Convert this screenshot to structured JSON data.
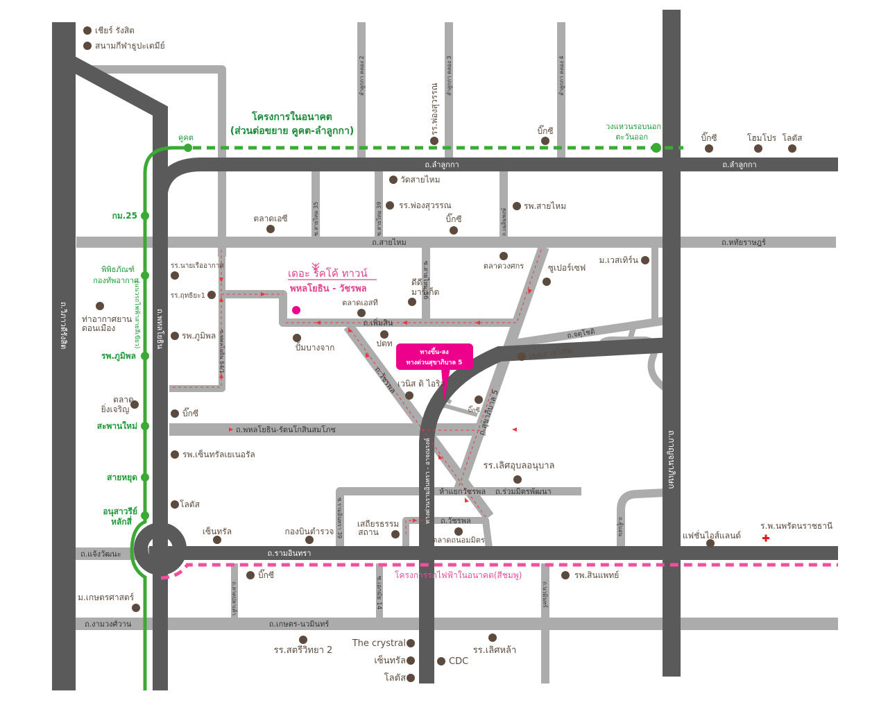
{
  "colors": {
    "major_road": "#5a5a5a",
    "minor_road": "#acacac",
    "green_line": "#3aaa35",
    "pink_line": "#ee4f9e",
    "poi": "#5c4a3e",
    "brand": "#e0448f",
    "callout": "#ec008c",
    "route_arrow": "#e8383d",
    "hospital_cross": "#e8171d"
  },
  "project": {
    "name": "เดอะ ริคโค้ ทาวน์",
    "subtitle": "พหลโยธิน - วัชรพล"
  },
  "callout": {
    "line1": "ทางขึ้น-ลง",
    "line2": "ทางด่วนสุขาภิบาล 5"
  },
  "future_projects": {
    "green_extension_title": "โครงการในอนาคต",
    "green_extension_subtitle": "(ส่วนต่อขยาย คูคต-ลำลูกกา)",
    "green_line_caption": "(แนวรถไฟฟ้าสายสีเขียว)",
    "pink_line_title": "โครงการรถไฟฟ้าในอนาคต(สีชมพู)",
    "outer_ring_east": "วงแหวนรอบนอก ตะวันออก",
    "outer_ring_line1": "วงแหวนรอบนอก",
    "outer_ring_line2": "ตะวันออก"
  },
  "green_line_stations": [
    {
      "id": "khu-khot",
      "label": "คูคต"
    },
    {
      "id": "km25",
      "label": "กม.25"
    },
    {
      "id": "af-museum-1",
      "label": "พิพิธภัณฑ์"
    },
    {
      "id": "af-museum-2",
      "label": "กองทัพอากาศ"
    },
    {
      "id": "bhumibol",
      "label": "รพ.ภูมิพล"
    },
    {
      "id": "saphan-mai",
      "label": "สะพานใหม่"
    },
    {
      "id": "sai-yud",
      "label": "สายหยุด"
    },
    {
      "id": "lak-si-1",
      "label": "อนุสาวรีย์"
    },
    {
      "id": "lak-si-2",
      "label": "หลักสี่"
    }
  ],
  "roads": {
    "vibhavadi": "ถ.วิภาวดีรังสิต",
    "phahonyothin": "ถ.พหลโยธิน",
    "lam_luk_ka_1": "ถ.ลำลูกกา",
    "lam_luk_ka_2": "ถ.ลำลูกกา",
    "sai_mai": "ถ.สายไหม",
    "hathairat": "ถ.หทัยราษฎร์",
    "phoem_sin": "ถ.เพิ่มสิน",
    "watcharaphon": "ถ.วัชรพล",
    "watcharaphon_2": "ถ.วัชรพล",
    "chatuchot": "ถ.จตุโชติ",
    "sukhaphiban5": "ถ.สุขาภิบาล 5",
    "phahon_rattanakosin": "ถ.พหลโยธิน-รัตนโกสินสมโภช",
    "ruam_mit": "ถ.ร่วมมิตรพัฒนา",
    "watcharaphon_junction": "ห้าแยกวัชรพล",
    "ram_intra": "ถ.รามอินทรา",
    "chaeng_watthana": "ถ.แจ้งวัฒนะ",
    "ngam_wong_wan": "ถ.งามวงศ์วาน",
    "kaset_nawamin": "ถ.เกษตร-นวมินทร์",
    "kanchanaphisek": "ถ.กาญจนาภิเษก",
    "khu_bon": "ถ.คู้บอน",
    "lat_pla_khao": "ถ.ลาดปลาเค้า",
    "nawamin": "ถ.นวมินทร์",
    "soi_ekkamai14": "ซ.เอกมัย 14",
    "soi_ram_intra39": "ซ.รามอินทรา 39",
    "soi_phahon54_1": "ซ.พหลโยธิน 54/1",
    "soi_saimai35": "ซ.สายไหม 35",
    "soi_saimai39": "ซ.สายไหม 39",
    "soi_saimai56": "ซ.สายไหม 56",
    "choem_sin_phong": "ถ.เฉลิมพงษ์",
    "lam_luk_ka_khlong2": "ลำลูกกา คลอง 2",
    "lam_luk_ka_khlong3": "ลำลูกกา คลอง 3",
    "lam_luk_ka_khlong4": "ลำลูกกา คลอง 4",
    "expressway": "ทางด่วนรามอินทรา - อาจณรงค์"
  },
  "pois": [
    {
      "id": "cheer-rangsit",
      "label": "เชียร์ รังสิต"
    },
    {
      "id": "thupatemi",
      "label": "สนามกีฬาธูปะเตมีย์"
    },
    {
      "id": "rr-phong-suwan-top",
      "label": "รร.พ่องสุวรรณ"
    },
    {
      "id": "bigc-top",
      "label": "บิ๊กซี"
    },
    {
      "id": "bigc-east",
      "label": "บิ๊กซี"
    },
    {
      "id": "homepro",
      "label": "โฮมโปร"
    },
    {
      "id": "lotus-east",
      "label": "โลตัส"
    },
    {
      "id": "wat-saimai",
      "label": "วัดสายไหม"
    },
    {
      "id": "rr-phong-suwan",
      "label": "รร.พ่องสุวรรณ"
    },
    {
      "id": "bigc-saimai",
      "label": "บิ๊กซี"
    },
    {
      "id": "rp-saimai",
      "label": "รพ.สายไหม"
    },
    {
      "id": "talad-oc",
      "label": "ตลาดเอซี"
    },
    {
      "id": "rr-nairuea",
      "label": "รร.นายเรืออากาศ"
    },
    {
      "id": "rr-kritsiya",
      "label": "รร.ฤทธิยะ1"
    },
    {
      "id": "airport",
      "label": "ท่าอากาศยาน ดอนเมือง"
    },
    {
      "id": "airport-1",
      "label": "ท่าอากาศยาน"
    },
    {
      "id": "airport-2",
      "label": "ดอนเมือง"
    },
    {
      "id": "rp-bhumibol",
      "label": "รพ.ภูมิพล"
    },
    {
      "id": "talad-st",
      "label": "ตลาดเอสที"
    },
    {
      "id": "dd-market-1",
      "label": "ดีดี"
    },
    {
      "id": "dd-market-2",
      "label": "มาร์เก็ต"
    },
    {
      "id": "talad-wongsakorn",
      "label": "ตลาดวงศกร"
    },
    {
      "id": "supersave",
      "label": "ซูเปอร์เซฟ"
    },
    {
      "id": "m-western",
      "label": "ม.เวสเทิร์น"
    },
    {
      "id": "pump",
      "label": "ปั้มบางจาก"
    },
    {
      "id": "ptt",
      "label": "ปตท"
    },
    {
      "id": "khet-saimai",
      "label": "เขตสายไหม"
    },
    {
      "id": "venice",
      "label": "เวนิส ดิ ไอริส"
    },
    {
      "id": "bigc-sukha",
      "label": "บิ๊กซี"
    },
    {
      "id": "talad-yingcharoen-1",
      "label": "ตลาด"
    },
    {
      "id": "talad-yingcharoen-2",
      "label": "ยิ่งเจริญ"
    },
    {
      "id": "bigc-phahon",
      "label": "บิ๊กซี"
    },
    {
      "id": "central-general",
      "label": "รพ.เซ็นทรัลเยเนอรัล"
    },
    {
      "id": "rr-lertudom",
      "label": "รร.เลิศอุบลอนุบาล"
    },
    {
      "id": "lotus-phahon",
      "label": "โลตัส"
    },
    {
      "id": "central-ram",
      "label": "เซ็นทรัล"
    },
    {
      "id": "police-aviation",
      "label": "กองบินตำรวจ"
    },
    {
      "id": "sathian-1",
      "label": "เสถียรธรรม"
    },
    {
      "id": "sathian-2",
      "label": "สถาน"
    },
    {
      "id": "talad-thanon",
      "label": "ตลาดถนอมมิตร"
    },
    {
      "id": "fashion-island",
      "label": "แฟชั่นไอส์แลนด์"
    },
    {
      "id": "nopparat",
      "label": "ร.พ.นพรัตนราชธานี"
    },
    {
      "id": "bigc-ram",
      "label": "บิ๊กซี"
    },
    {
      "id": "rp-sinphaet",
      "label": "รพ.สินแพทย์"
    },
    {
      "id": "kasetsart",
      "label": "ม.เกษตรศาสตร์"
    },
    {
      "id": "rr-satri",
      "label": "รร.สตรีวิทยา 2"
    },
    {
      "id": "crystal",
      "label": "The crystral"
    },
    {
      "id": "central-south",
      "label": "เซ็นทรัล"
    },
    {
      "id": "lotus-south",
      "label": "โลตัส"
    },
    {
      "id": "cdc",
      "label": "CDC"
    },
    {
      "id": "rr-lertla",
      "label": "รร.เลิศหล้า"
    }
  ],
  "icons": {
    "poi": "brown-dot-icon",
    "project": "pink-dot-icon",
    "hospital": "red-cross-icon",
    "logo": "leaf-logo-icon",
    "arrow": "red-arrow-icon"
  }
}
